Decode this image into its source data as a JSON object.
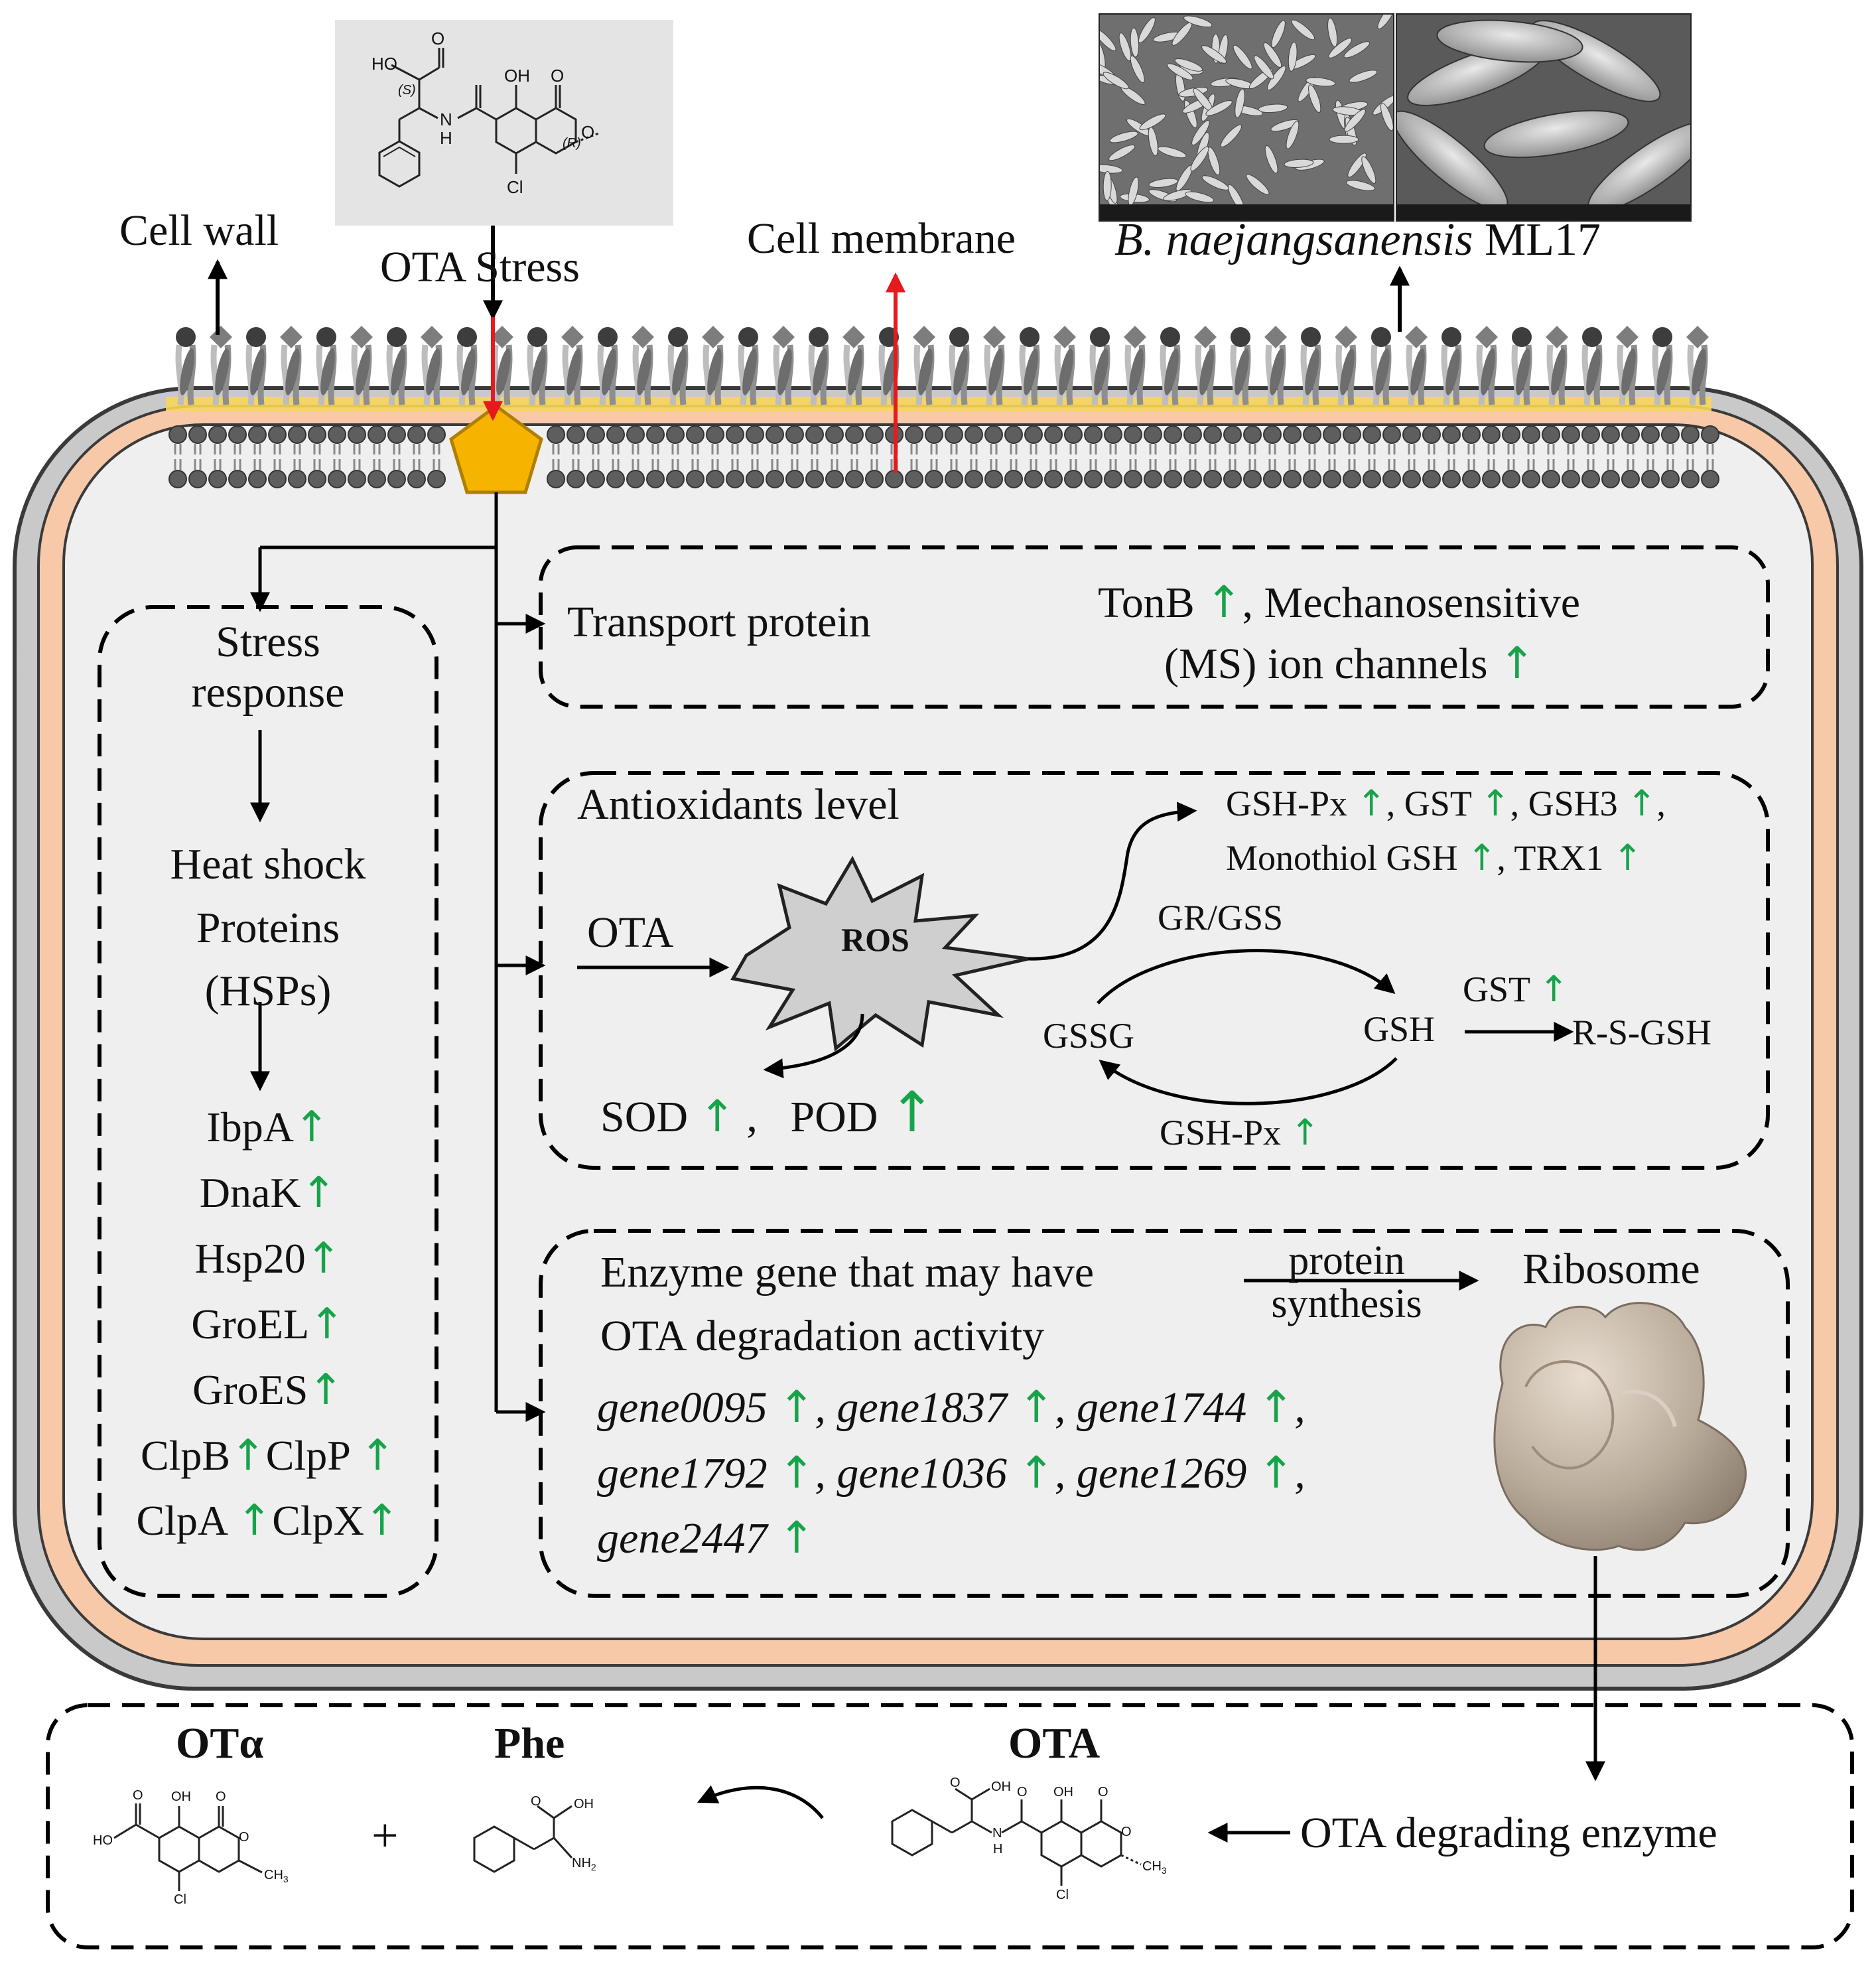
{
  "title_bacterium": {
    "species": "B. naejangsanensis",
    "strain": "ML17"
  },
  "membrane_labels": {
    "cell_wall": "Cell wall",
    "ota_stress": "OTA Stress",
    "cell_membrane": "Cell membrane"
  },
  "structure_top": {
    "hydroxy_acid": "HO",
    "carbonyl_o": "O",
    "hydroxyl": "OH",
    "lactone_o": "O",
    "stereo_s": "(S)",
    "nh": "N",
    "h": "H",
    "stereo_r": "(R)",
    "ring_o": "O",
    "chloro": "Cl"
  },
  "stress_box": {
    "stress_response": [
      "Stress",
      "response"
    ],
    "hsp_label": [
      "Heat shock",
      "Proteins",
      "(HSPs)"
    ],
    "proteins": [
      "IbpA",
      "DnaK",
      "Hsp20",
      "GroEL",
      "GroES"
    ],
    "clp_row1": [
      "ClpB",
      "ClpP"
    ],
    "clp_row2": [
      "ClpA",
      "ClpX"
    ]
  },
  "transport_box": {
    "label": "Transport protein",
    "line1_a": "TonB",
    "line1_b": ", Mechanosensitive",
    "line2": "(MS) ion channels"
  },
  "antioxidant_box": {
    "label": "Antioxidants level",
    "ota": "OTA",
    "ros": "ROS",
    "sod": "SOD",
    "sep": ",",
    "pod": "POD",
    "enzymes_line1": [
      "GSH-Px",
      "GST",
      "GSH3"
    ],
    "enzymes_line2": [
      "Monothiol GSH",
      "TRX1"
    ],
    "gr_gss": "GR/GSS",
    "gssg": "GSSG",
    "gsh": "GSH",
    "gst": "GST",
    "rsgsh": "R-S-GSH",
    "gsh_px": "GSH-Px"
  },
  "enzyme_box": {
    "line1": "Enzyme gene that may have",
    "line2": "OTA degradation activity",
    "protein": "protein",
    "synthesis": "synthesis",
    "ribosome": "Ribosome",
    "genes_row1": [
      "gene0095",
      "gene1837",
      "gene1744"
    ],
    "genes_row2": [
      "gene1792",
      "gene1036",
      "gene1269"
    ],
    "genes_row3": [
      "gene2447"
    ]
  },
  "bottom_box": {
    "ota_alpha": "OTα",
    "plus": "+",
    "phe": "Phe",
    "ota": "OTA",
    "enzyme": "OTA degrading enzyme",
    "otalpha_atoms": {
      "oh": "OH",
      "o": "O",
      "ho": "HO",
      "ring_o": "O",
      "ch3": "CH",
      "sub3": "3",
      "cl": "Cl"
    },
    "phe_atoms": {
      "o": "O",
      "oh": "OH",
      "nh2": "NH",
      "sub2": "2"
    },
    "ota_atoms": {
      "o": "O",
      "oh": "OH",
      "oh2": "OH",
      "o2": "O",
      "n": "N",
      "h": "H",
      "ring_o": "O",
      "ch3": "CH",
      "sub3": "3",
      "cl": "Cl"
    }
  },
  "colors": {
    "red_arrow": "#e41a1c",
    "green_up": "#17a34a",
    "pentagon": "#f6b400",
    "cell_wall": "#c9c9c9",
    "membrane_peach": "#f7c9a8",
    "cytoplasm": "#efefef",
    "lipid_yellow": "#f7d55a"
  }
}
